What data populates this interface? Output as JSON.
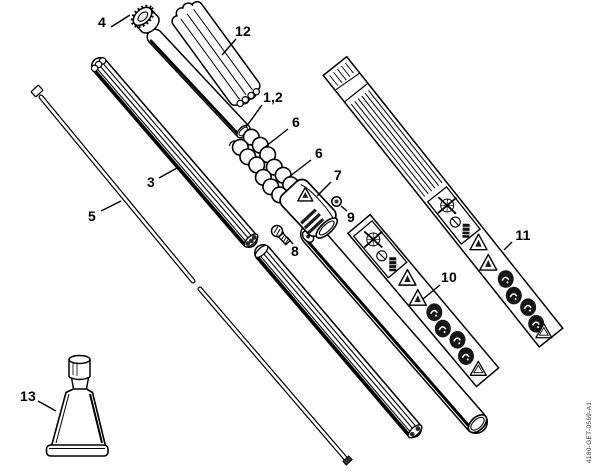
{
  "colors": {
    "ink": "#000000",
    "background": "#ffffff",
    "doc_text": "#333333"
  },
  "callouts": [
    {
      "part": "4"
    },
    {
      "part": "12"
    },
    {
      "part": "1,2"
    },
    {
      "part": "6"
    },
    {
      "part": "6"
    },
    {
      "part": "7"
    },
    {
      "part": "9"
    },
    {
      "part": "8"
    },
    {
      "part": "3"
    },
    {
      "part": "5"
    },
    {
      "part": "10"
    },
    {
      "part": "11"
    },
    {
      "part": "13"
    }
  ],
  "doc_number": "4180-GET-0569-A1",
  "safety_labels": {
    "pictograms": [
      "crossed-blade-warning",
      "prohibition-circle",
      "barcode",
      "warning-triangle",
      "warning-triangle",
      "safety-oval",
      "safety-oval",
      "safety-oval",
      "safety-oval",
      "outline-triangle"
    ]
  }
}
